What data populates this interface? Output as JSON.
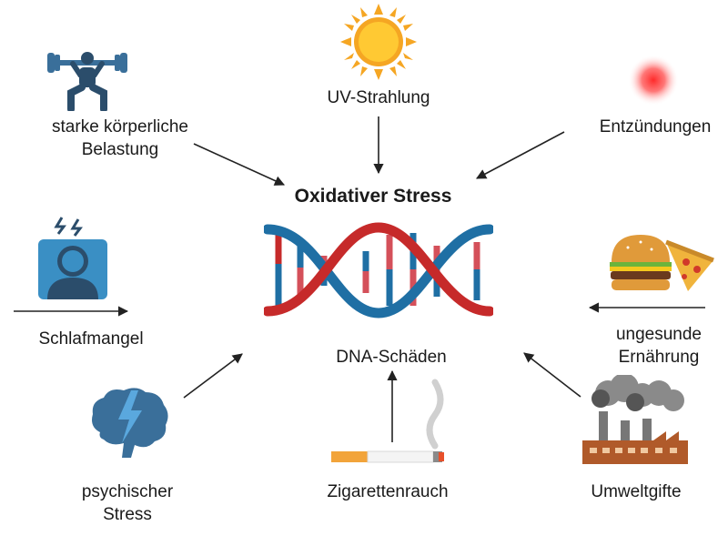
{
  "center": {
    "title": "Oxidativer Stress",
    "subtitle": "DNA-Schäden"
  },
  "factors": {
    "uv": "UV-Strahlung",
    "physical": [
      "starke körperliche",
      "Belastung"
    ],
    "inflammation": "Entzündungen",
    "sleep": "Schlafmangel",
    "diet": [
      "ungesunde",
      "Ernährung"
    ],
    "psych": [
      "psychischer",
      "Stress"
    ],
    "smoke": "Zigarettenrauch",
    "toxins": "Umweltgifte"
  },
  "colors": {
    "dna_red": "#c62a2a",
    "dna_blue": "#1f6fa4",
    "icon_blue": "#3a6f9a",
    "arrow": "#222222"
  }
}
